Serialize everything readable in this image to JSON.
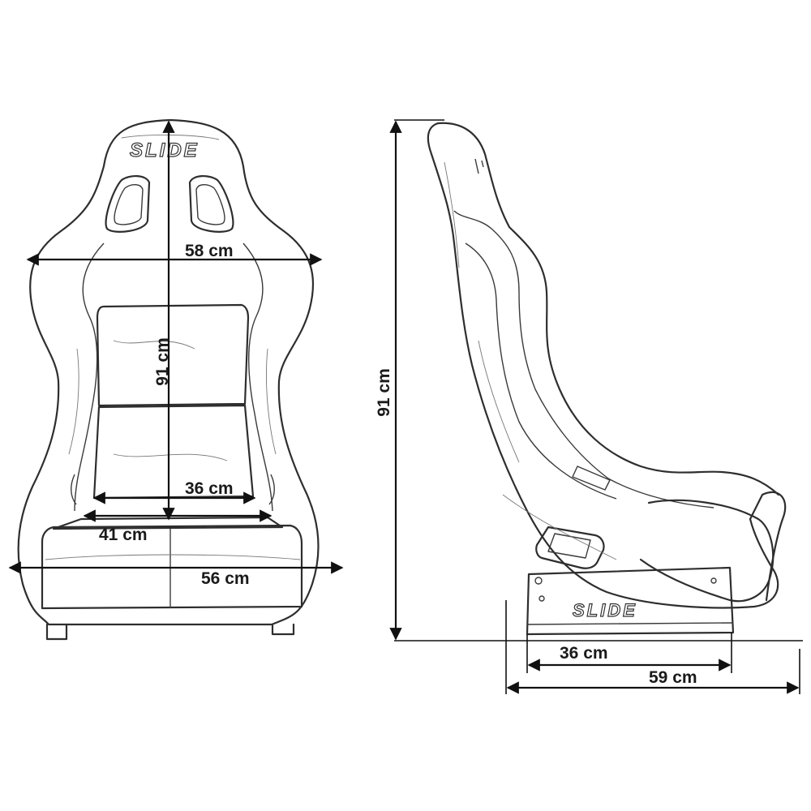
{
  "front_view": {
    "brand_logo": "SLIDE",
    "dimensions": {
      "height": "91 cm",
      "shoulder_width": "58 cm",
      "seat_inner_width": "36 cm",
      "seat_front_width": "41 cm",
      "base_width": "56 cm"
    }
  },
  "side_view": {
    "brand_logo": "SLIDE",
    "dimensions": {
      "height": "91 cm",
      "mount_length": "36 cm",
      "depth": "59 cm"
    }
  }
}
